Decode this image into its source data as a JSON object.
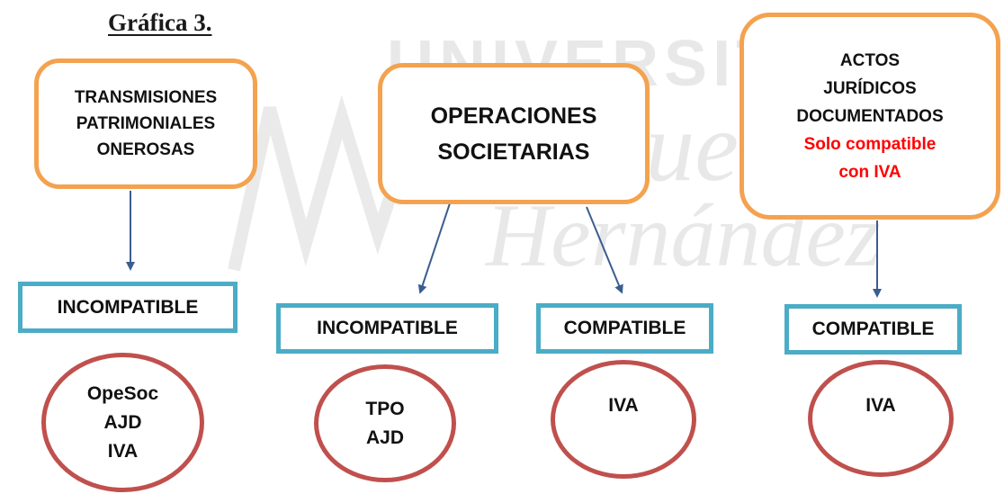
{
  "title": "Gráfica 3.",
  "watermark": {
    "line1": "UNIVERSITAS",
    "line2": "Miguel",
    "line3": "Hernández"
  },
  "taxes": {
    "tpo": {
      "lines": [
        "TRANSMISIONES",
        "PATRIMONIALES",
        "ONEROSAS"
      ]
    },
    "opsoc": {
      "lines": [
        "OPERACIONES",
        "SOCIETARIAS"
      ]
    },
    "ajd": {
      "lines": [
        "ACTOS",
        "JURÍDICOS",
        "DOCUMENTADOS"
      ],
      "note_lines": [
        "Solo compatible",
        "con IVA"
      ],
      "note_color": "#ff0000"
    }
  },
  "verdicts": [
    {
      "label": "INCOMPATIBLE"
    },
    {
      "label": "INCOMPATIBLE"
    },
    {
      "label": "COMPATIBLE"
    },
    {
      "label": "COMPATIBLE"
    }
  ],
  "results": [
    {
      "lines": [
        "OpeSoc",
        "AJD",
        "IVA"
      ]
    },
    {
      "lines": [
        "TPO",
        "AJD"
      ]
    },
    {
      "lines": [
        "IVA"
      ]
    },
    {
      "lines": [
        "IVA"
      ]
    }
  ],
  "colors": {
    "tax_box_border": "#f4a24f",
    "verdict_border": "#4bacc6",
    "result_border": "#c0504d",
    "arrow": "#3b5d8f"
  }
}
